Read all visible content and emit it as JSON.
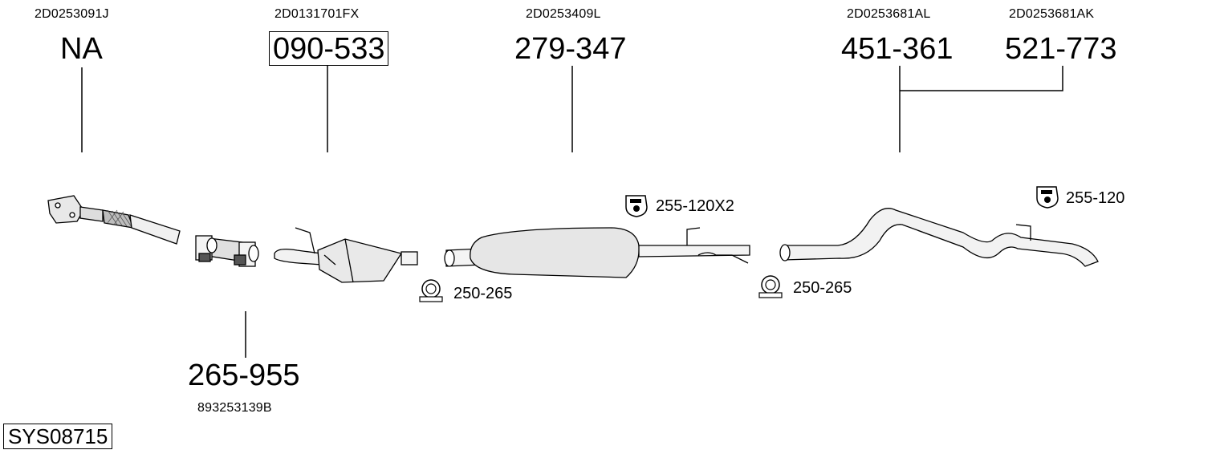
{
  "system_code": "SYS08715",
  "parts": [
    {
      "oem": "2D0253091J",
      "number": "NA",
      "boxed": false
    },
    {
      "oem": "2D0131701FX",
      "number": "090-533",
      "boxed": true
    },
    {
      "oem": "2D0253409L",
      "number": "279-347",
      "boxed": false
    },
    {
      "oem": "2D0253681AL",
      "number": "451-361",
      "boxed": false
    },
    {
      "oem": "2D0253681AK",
      "number": "521-773",
      "boxed": false
    },
    {
      "oem": "893253139B",
      "number": "265-955",
      "boxed": false
    }
  ],
  "accessories": [
    {
      "icon": "rubber-hanger-icon",
      "label": "255-120X2"
    },
    {
      "icon": "pipe-clamp-icon",
      "label": "250-265"
    },
    {
      "icon": "pipe-clamp-icon",
      "label": "250-265"
    },
    {
      "icon": "rubber-hanger-icon",
      "label": "255-120"
    }
  ]
}
